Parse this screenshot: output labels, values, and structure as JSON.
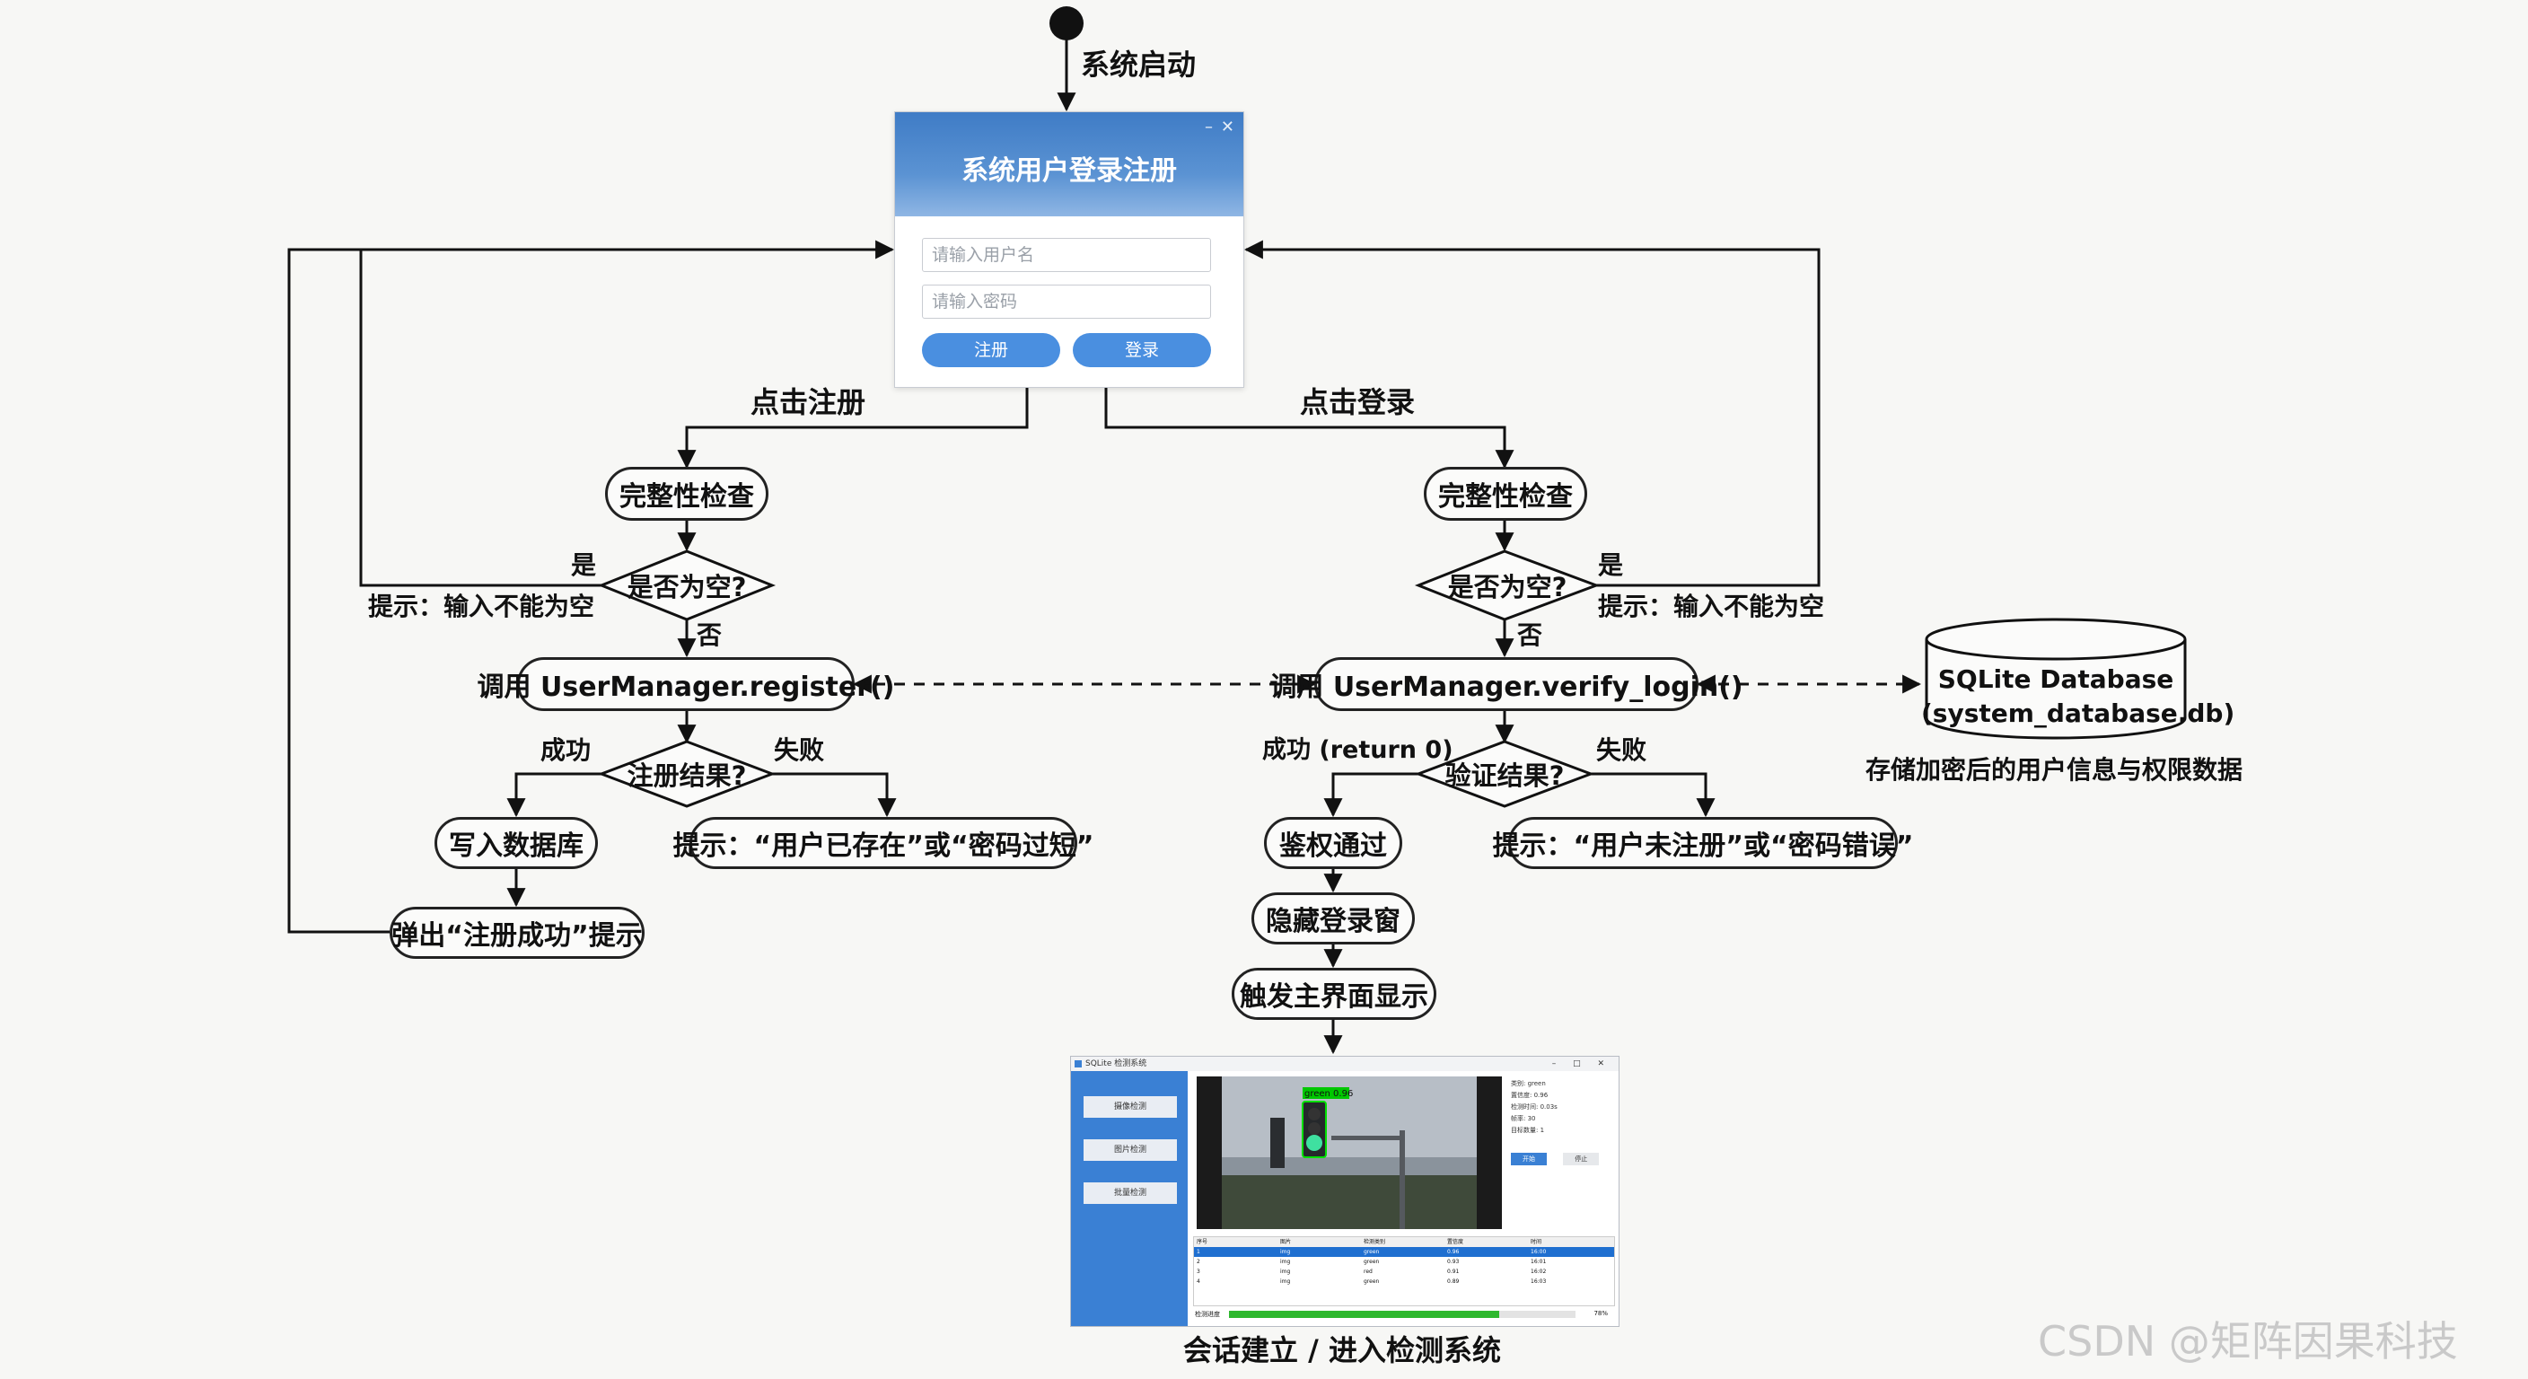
{
  "start_label": "系统启动",
  "login_window": {
    "title": "系统用户登录注册",
    "username_placeholder": "请输入用户名",
    "password_placeholder": "请输入密码",
    "register_button": "注册",
    "login_button": "登录",
    "minimize_glyph": "–",
    "close_glyph": "✕"
  },
  "register_branch": {
    "trigger": "点击注册",
    "check": "完整性检查",
    "empty_question": "是否为空?",
    "yes": "是",
    "no": "否",
    "empty_hint": "提示：输入不能为空",
    "call": "调用 UserManager.register()",
    "result_question": "注册结果?",
    "success": "成功",
    "fail": "失败",
    "write_db": "写入数据库",
    "fail_hint": "提示：“用户已存在”或“密码过短”",
    "success_popup": "弹出“注册成功”提示"
  },
  "login_branch": {
    "trigger": "点击登录",
    "check": "完整性检查",
    "empty_question": "是否为空?",
    "yes": "是",
    "no": "否",
    "empty_hint": "提示：输入不能为空",
    "call": "调用 UserManager.verify_login()",
    "result_question": "验证结果?",
    "success": "成功 (return 0)",
    "fail": "失败",
    "auth_pass": "鉴权通过",
    "fail_hint": "提示：“用户未注册”或“密码错误”",
    "hide_window": "隐藏登录窗",
    "show_main": "触发主界面显示"
  },
  "database": {
    "name": "SQLite Database",
    "file": "(system_database.db)",
    "caption": "存储加密后的用户信息与权限数据"
  },
  "session_label": "会话建立 / 进入检测系统",
  "app_preview": {
    "window_title": "SQLite 检测系统",
    "side_buttons": [
      "摄像检测",
      "图片检测",
      "批量检测"
    ],
    "detection_label": "green 0.96",
    "info_lines": [
      "类别: green",
      "置信度: 0.96",
      "检测时间: 0.03s",
      "帧率: 30",
      "目标数量: 1"
    ],
    "action_buttons": [
      "开始",
      "停止"
    ],
    "table_headers": [
      "序号",
      "图片",
      "检测类别",
      "置信度",
      "时间"
    ],
    "table_rows": [
      [
        "1",
        "img",
        "green",
        "0.96",
        "16:00"
      ],
      [
        "2",
        "img",
        "green",
        "0.93",
        "16:01"
      ],
      [
        "3",
        "img",
        "red",
        "0.91",
        "16:02"
      ],
      [
        "4",
        "img",
        "green",
        "0.89",
        "16:03"
      ]
    ],
    "progress_label": "检测进度",
    "progress_value": 0.78,
    "progress_text": "78%"
  },
  "watermark": "CSDN @矩阵因果科技"
}
